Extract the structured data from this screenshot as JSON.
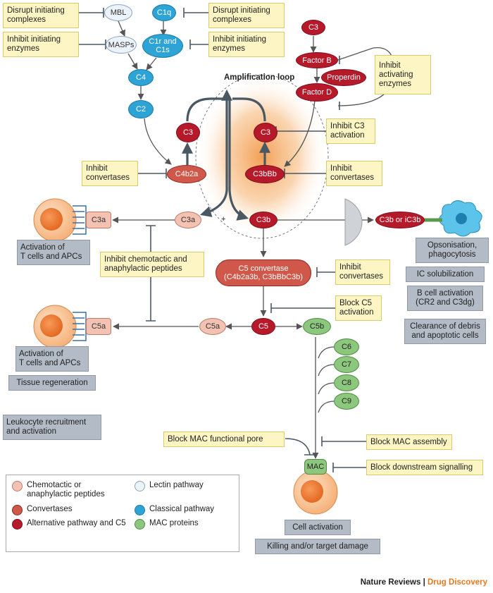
{
  "diagram": {
    "title": "Amplification loop",
    "nodes": {
      "mbl": "MBL",
      "masps": "MASPs",
      "c1q": "C1q",
      "c1r_c1s": "C1r and C1s",
      "c4": "C4",
      "c2": "C2",
      "c3_top": "C3",
      "factor_b": "Factor B",
      "properdin": "Properdin",
      "factor_d": "Factor D",
      "c3_left": "C3",
      "c3_right": "C3",
      "c4b2a": "C4b2a",
      "c3bbb": "C3bBb",
      "c3a": "C3a",
      "c3b": "C3b",
      "plus": "+",
      "c3b_ic3b": "C3b or iC3b",
      "c5_convertase": "C5 convertase\n(C4b2a3b, C3bBbC3b)",
      "c5": "C5",
      "c5a": "C5a",
      "c5b": "C5b",
      "c6": "C6",
      "c7": "C7",
      "c8": "C8",
      "c9": "C9",
      "mac": "MAC",
      "c3a_receptor": "C3a",
      "c5a_receptor": "C5a"
    },
    "inhibition": {
      "disrupt_mbl": "Disrupt initiating\ncomplexes",
      "inhibit_masps": "Inhibit initiating\nenzymes",
      "disrupt_c1q": "Disrupt initiating\ncomplexes",
      "inhibit_c1rs": "Inhibit initiating\nenzymes",
      "inhibit_activating": "Inhibit\nactivating\nenzymes",
      "inhibit_c3": "Inhibit C3\nactivation",
      "inhibit_conv_left": "Inhibit\nconvertases",
      "inhibit_conv_right": "Inhibit\nconvertases",
      "inhibit_chemotactic": "Inhibit chemotactic and\nanaphylactic peptides",
      "inhibit_conv_c5": "Inhibit\nconvertases",
      "block_c5": "Block C5\nactivation",
      "block_mac_pore": "Block MAC functional pore",
      "block_mac_assembly": "Block MAC assembly",
      "block_downstream": "Block downstream signalling"
    },
    "outcomes": {
      "activation_tcells_1": "Activation of\nT cells and APCs",
      "activation_tcells_2": "Activation of\nT cells and APCs",
      "tissue_regeneration": "Tissue regeneration",
      "leukocyte": "Leukocyte recruitment\nand activation",
      "opsonisation": "Opsonisation,\nphagocytosis",
      "ic_solubilization": "IC solubilization",
      "b_cell": "B cell activation\n(CR2 and C3dg)",
      "clearance": "Clearance of debris\nand apoptotic cells",
      "cell_activation": "Cell activation",
      "killing": "Killing and/or target damage"
    }
  },
  "legend": {
    "chemotactic": "Chemotactic or\nanaphylactic peptides",
    "convertases": "Convertases",
    "alternative": "Alternative pathway and C5",
    "lectin": "Lectin pathway",
    "classical": "Classical pathway",
    "mac_proteins": "MAC proteins"
  },
  "footer": {
    "journal": "Nature Reviews",
    "separator": " | ",
    "section": "Drug Discovery"
  },
  "colors": {
    "lectin": "#edf3fa",
    "classical": "#2ea3d6",
    "alternative": "#b5192a",
    "convertase": "#d0584a",
    "chemotactic": "#f3c2b3",
    "mac": "#8dc67d",
    "inhibition_box": "#fdf6c4",
    "outcome_box": "#b3bcc6",
    "amplification_glow": "#f39a4c",
    "accent": "#e8781e"
  }
}
